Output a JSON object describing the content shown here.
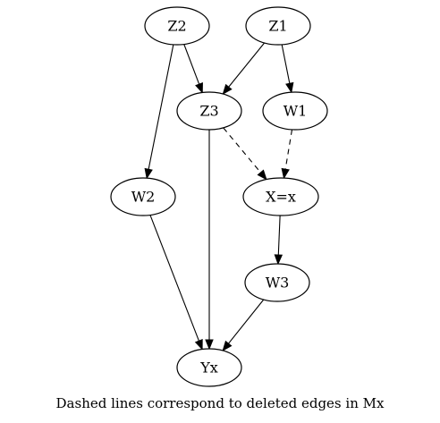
{
  "caption": "Dashed lines correspond to deleted edges in Mx",
  "nodes": [
    {
      "id": "Z2",
      "label": "Z2"
    },
    {
      "id": "Z1",
      "label": "Z1"
    },
    {
      "id": "Z3",
      "label": "Z3"
    },
    {
      "id": "W1",
      "label": "W1"
    },
    {
      "id": "W2",
      "label": "W2"
    },
    {
      "id": "X",
      "label": "X=x"
    },
    {
      "id": "W3",
      "label": "W3"
    },
    {
      "id": "Yx",
      "label": "Yx"
    }
  ],
  "edges": [
    {
      "from": "Z2",
      "to": "Z3",
      "style": "solid"
    },
    {
      "from": "Z2",
      "to": "W2",
      "style": "solid"
    },
    {
      "from": "Z1",
      "to": "Z3",
      "style": "solid"
    },
    {
      "from": "Z1",
      "to": "W1",
      "style": "solid"
    },
    {
      "from": "Z3",
      "to": "X",
      "style": "dashed"
    },
    {
      "from": "W1",
      "to": "X",
      "style": "dashed"
    },
    {
      "from": "Z3",
      "to": "Yx",
      "style": "solid"
    },
    {
      "from": "W2",
      "to": "Yx",
      "style": "solid"
    },
    {
      "from": "X",
      "to": "W3",
      "style": "solid"
    },
    {
      "from": "W3",
      "to": "Yx",
      "style": "solid"
    }
  ]
}
